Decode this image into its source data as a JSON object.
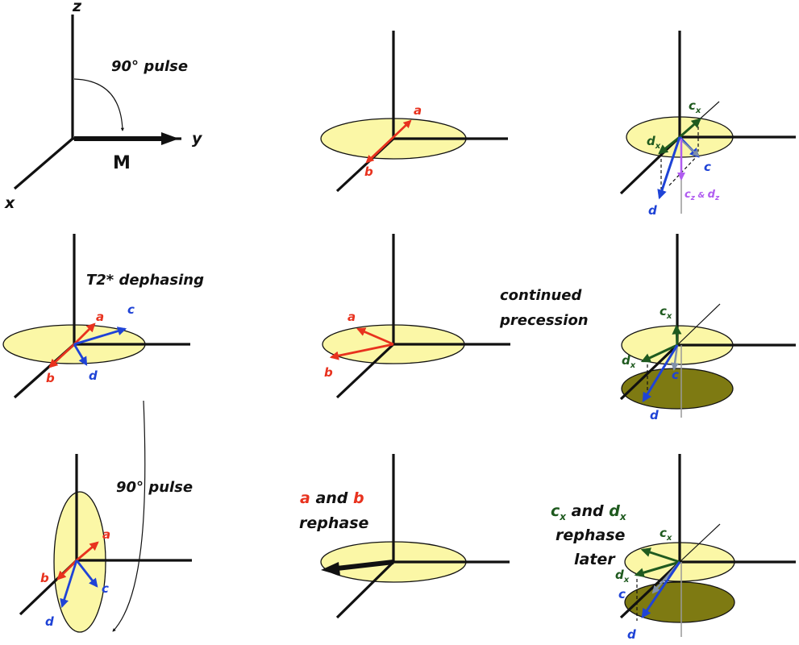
{
  "panel1": {
    "axis_z": "z",
    "axis_y": "y",
    "axis_x": "x",
    "pulse": "90° pulse",
    "vector": "M"
  },
  "panel2": {
    "a": "a",
    "b": "b"
  },
  "panel3": {
    "cx": "c",
    "cx_sub": "x",
    "dx": "d",
    "dx_sub": "x",
    "c": "c",
    "d": "d",
    "cz": "c",
    "cz_sub": "z",
    "amp": " & ",
    "dz": "d",
    "dz_sub": "z"
  },
  "panel4": {
    "title": "T2* dephasing",
    "a": "a",
    "b": "b",
    "c": "c",
    "d": "d"
  },
  "panel5": {
    "a": "a",
    "b": "b",
    "caption_line1": "continued",
    "caption_line2": "precession"
  },
  "panel6": {
    "cx": "c",
    "cx_sub": "x",
    "dx": "d",
    "dx_sub": "x",
    "c": "c",
    "d": "d"
  },
  "panel7": {
    "pulse": "90° pulse",
    "a": "a",
    "b": "b",
    "c": "c",
    "d": "d"
  },
  "panel8": {
    "a": "a",
    "and": " and ",
    "b": "b",
    "line2": "rephase"
  },
  "panel9": {
    "cx": "c",
    "cx_sub": "x",
    "and": " and ",
    "dx": "d",
    "dx_sub": "x",
    "line2": "rephase",
    "line3": "later",
    "lbl_cx": "c",
    "lbl_cx_sub": "x",
    "lbl_dx": "d",
    "lbl_dx_sub": "x",
    "lbl_c": "c",
    "lbl_d": "d"
  },
  "colors": {
    "red": "#e8321e",
    "blue": "#1f43d6",
    "green": "#1f5a1f",
    "purple": "#b05cf0",
    "disk": "#fbf7a6",
    "disk_dark": "#7e7a12"
  }
}
